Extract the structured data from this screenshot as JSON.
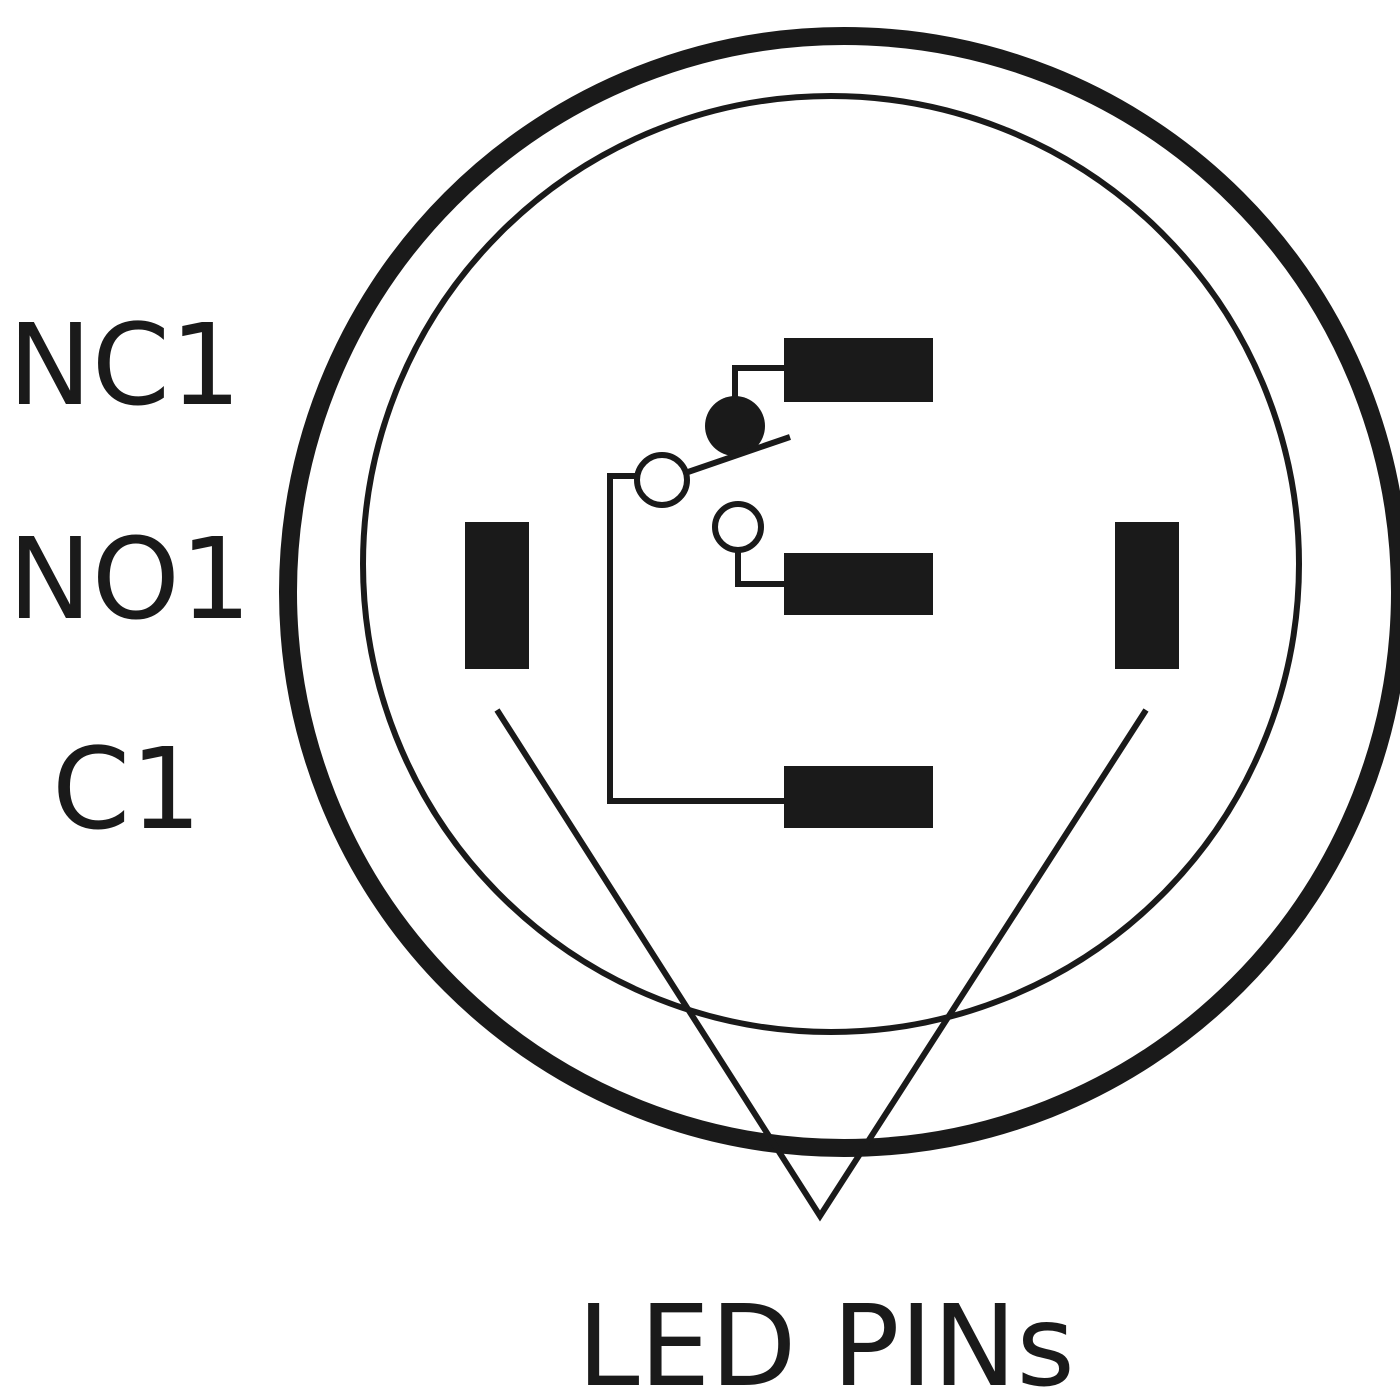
{
  "labels": {
    "nc1": "NC1",
    "no1": "NO1",
    "c1": "C1",
    "led_pins": "LED PINs"
  },
  "colors": {
    "ink": "#1a1a1a",
    "background": "#ffffff"
  }
}
